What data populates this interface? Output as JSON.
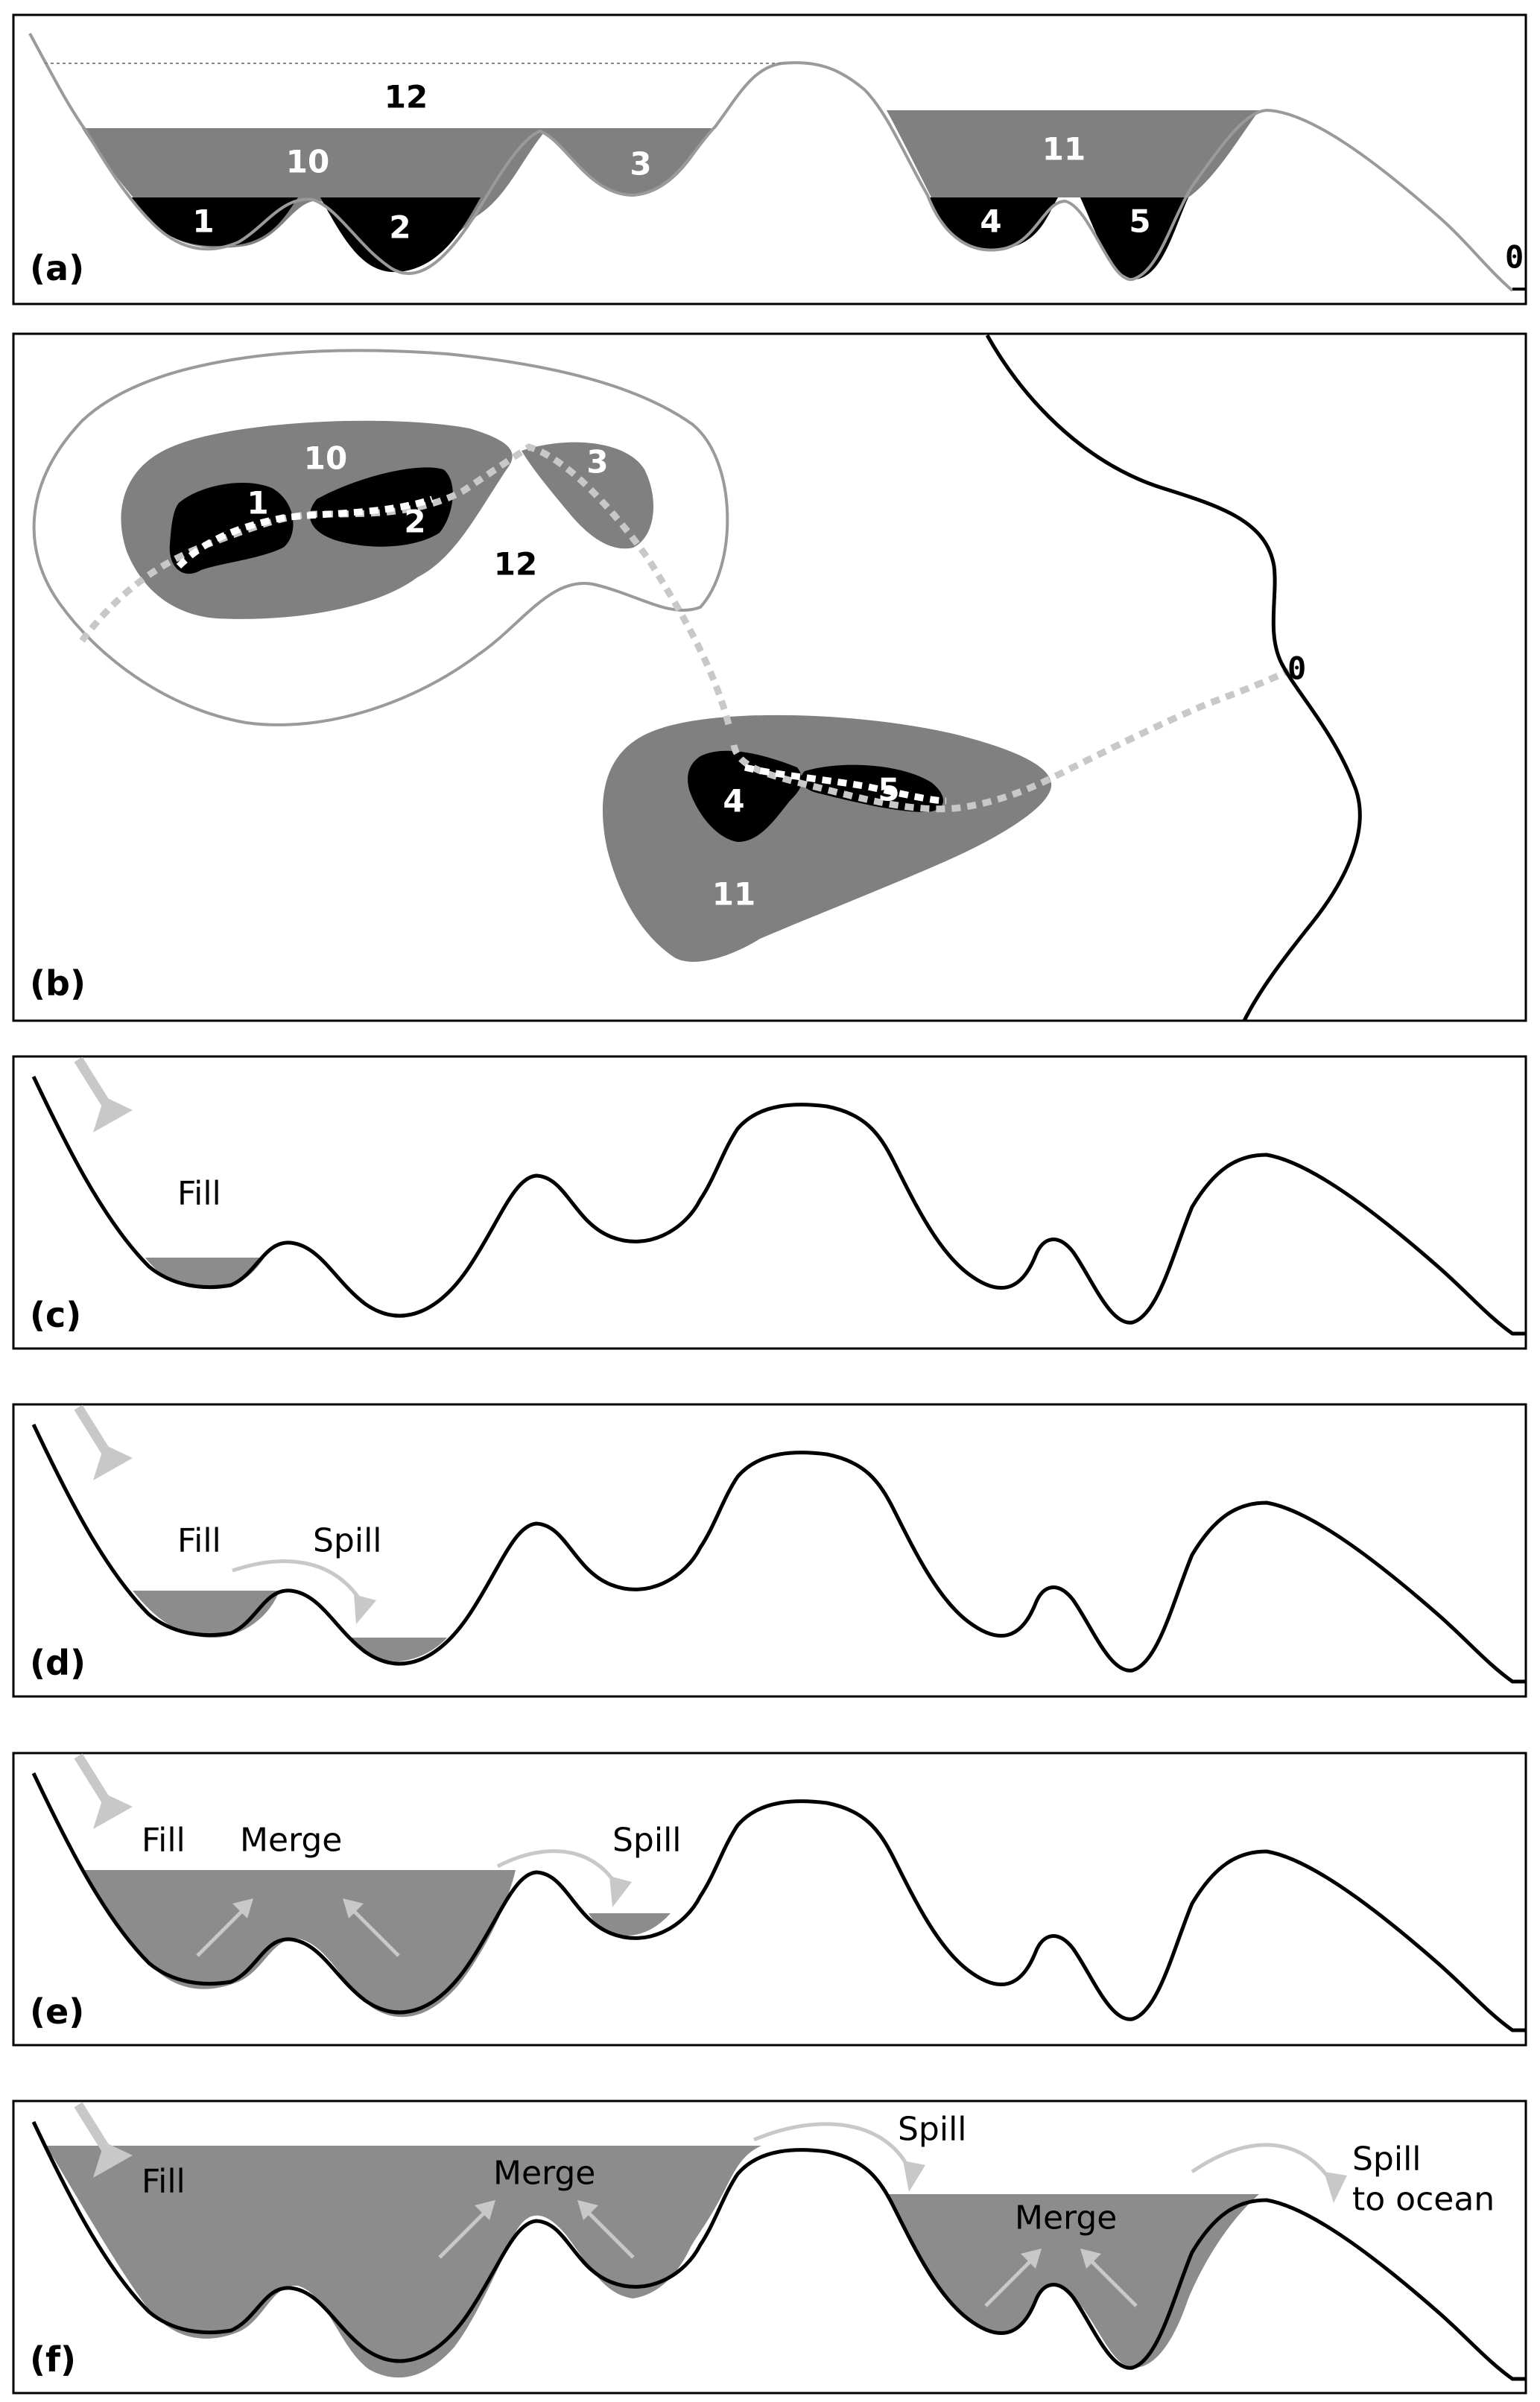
{
  "panels": {
    "a": {
      "label": "(a)",
      "depressions": [
        "1",
        "2",
        "3",
        "4",
        "5",
        "10",
        "11",
        "12"
      ],
      "ocean": "0"
    },
    "b": {
      "label": "(b)",
      "depressions": [
        "1",
        "2",
        "3",
        "4",
        "5",
        "10",
        "11",
        "12"
      ],
      "ocean": "0"
    },
    "c": {
      "label": "(c)",
      "texts": [
        "Fill"
      ]
    },
    "d": {
      "label": "(d)",
      "texts": [
        "Fill",
        "Spill"
      ]
    },
    "e": {
      "label": "(e)",
      "texts": [
        "Fill",
        "Merge",
        "Spill"
      ]
    },
    "f": {
      "label": "(f)",
      "texts": [
        "Fill",
        "Merge",
        "Spill",
        "Merge",
        "Spill",
        "to ocean"
      ]
    }
  },
  "colors": {
    "water": "#8c8c8c",
    "leaf_depression": "#000000",
    "arrows": "#c8c8c8",
    "outline": "#9a9a9a"
  }
}
